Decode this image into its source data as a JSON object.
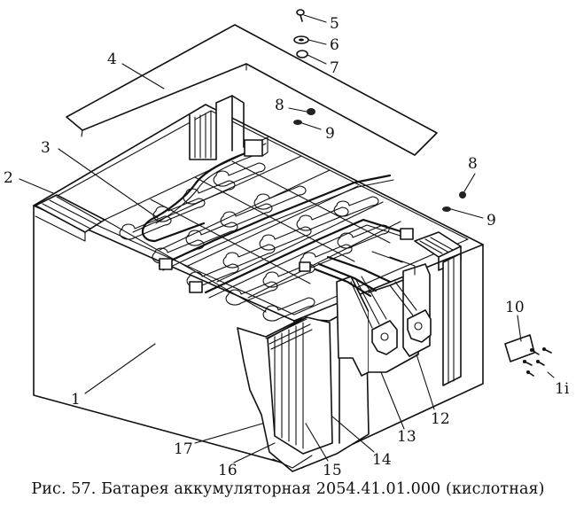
{
  "caption": "Рис. 57. Батарея аккумуляторная 2054.41.01.000 (кислотная)",
  "labels": {
    "l1": "1",
    "l2": "2",
    "l3": "3",
    "l4": "4",
    "l5": "5",
    "l6": "6",
    "l7": "7",
    "l8a": "8",
    "l8b": "8",
    "l9a": "9",
    "l9b": "9",
    "l10": "10",
    "l11": "1i",
    "l12": "12",
    "l13": "13",
    "l14": "14",
    "l15": "15",
    "l16": "16",
    "l17": "17"
  }
}
